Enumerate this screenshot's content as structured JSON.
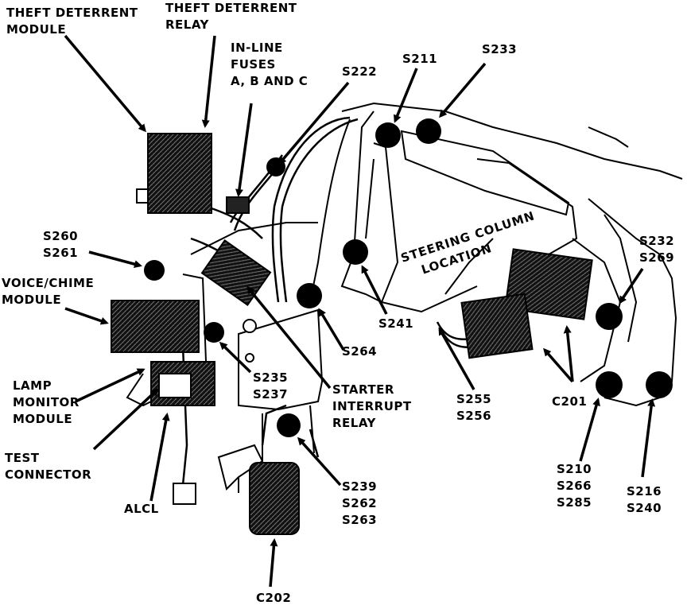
{
  "labels": {
    "theft_module": [
      "THEFT DETERRENT",
      "MODULE"
    ],
    "theft_relay": [
      "THEFT DETERRENT",
      "RELAY"
    ],
    "inline_fuses": [
      "IN-LINE",
      "FUSES",
      "A, B AND C"
    ],
    "s222": "S222",
    "s211": "S211",
    "s233": "S233",
    "s260_261": [
      "S260",
      "S261"
    ],
    "voice_chime": [
      "VOICE/CHIME",
      "MODULE"
    ],
    "lamp_monitor": [
      "LAMP",
      "MONITOR",
      "MODULE"
    ],
    "test_connector": [
      "TEST",
      "CONNECTOR"
    ],
    "alcl": "ALCL",
    "s235_237": [
      "S235",
      "S237"
    ],
    "starter_relay": [
      "STARTER",
      "INTERRUPT",
      "RELAY"
    ],
    "s264": "S264",
    "s241": "S241",
    "s255_256": [
      "S255",
      "S256"
    ],
    "c201": "C201",
    "s232_269": [
      "S232",
      "S269"
    ],
    "s210_group": [
      "S210",
      "S266",
      "S285"
    ],
    "s216_240": [
      "S216",
      "S240"
    ],
    "s239_group": [
      "S239",
      "S262",
      "S263"
    ],
    "c202": "C202",
    "panel_text": [
      "STEERING COLUMN",
      "LOCATION"
    ]
  }
}
